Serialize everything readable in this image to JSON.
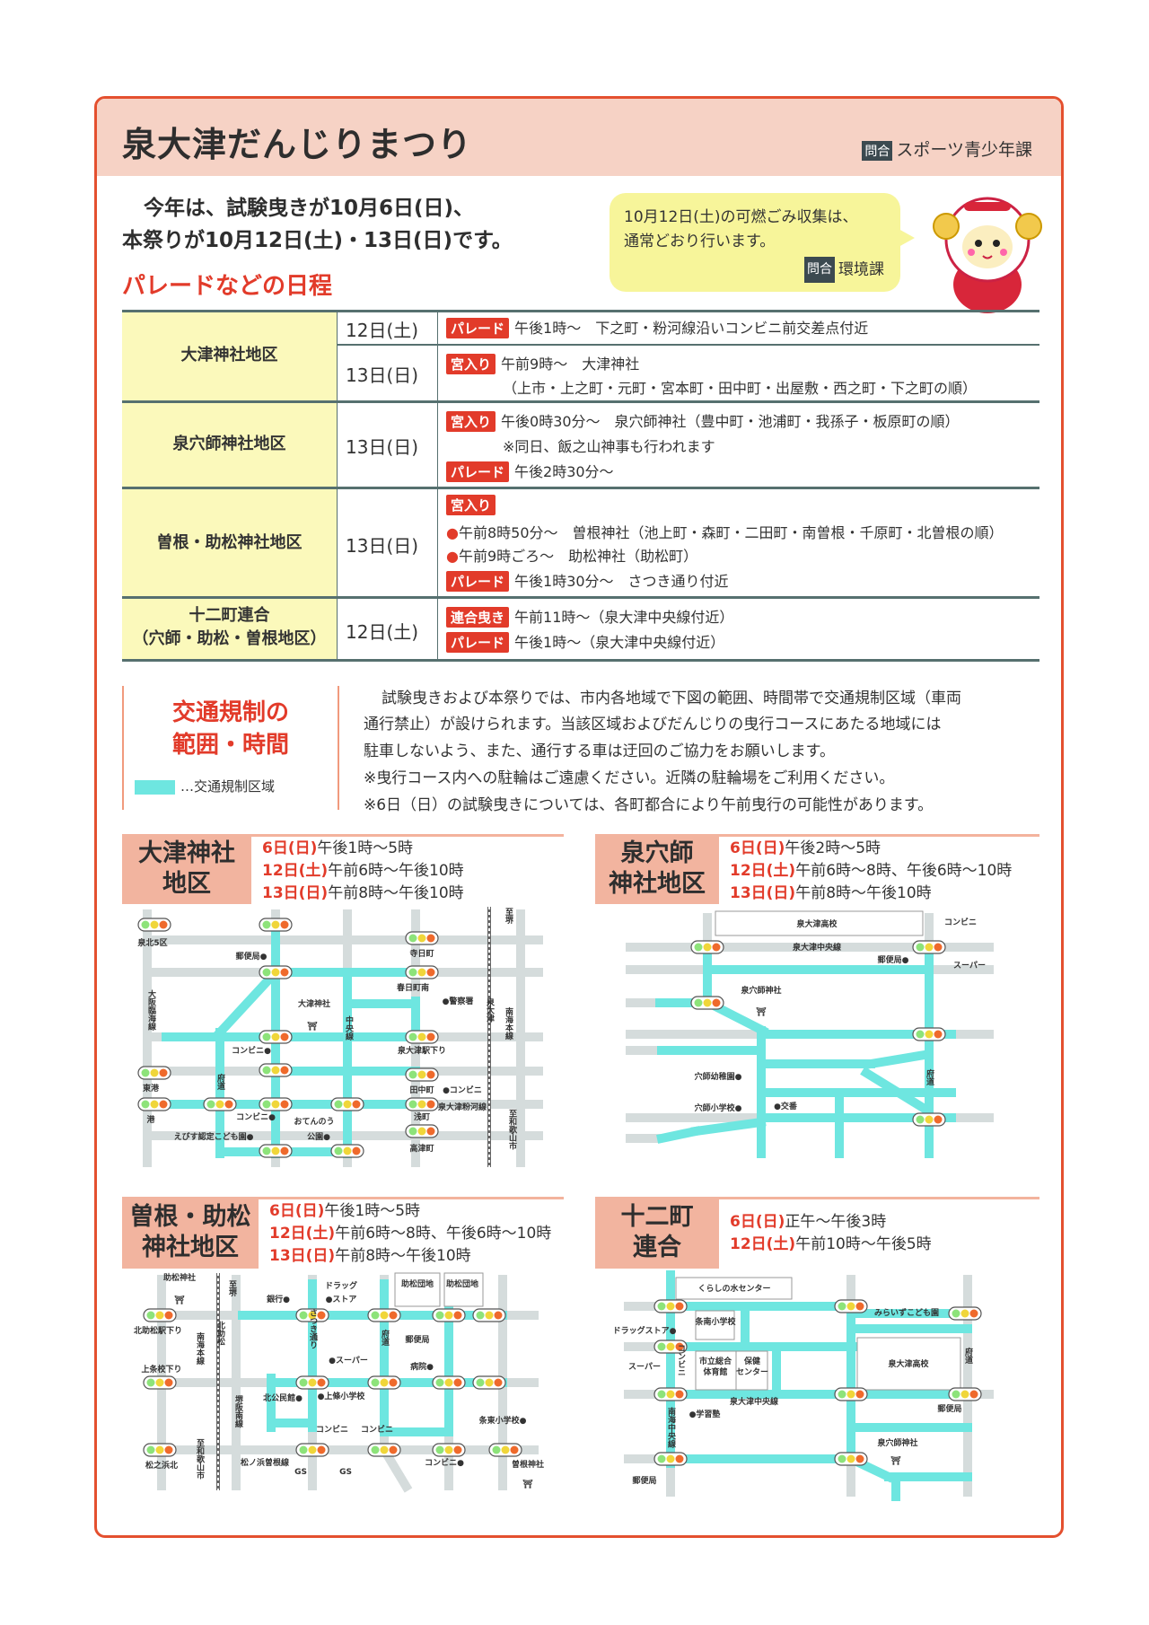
{
  "header": {
    "title": "泉大津だんじりまつり",
    "contact_tag": "問合",
    "contact": "スポーツ青少年課"
  },
  "intro": {
    "line1": "今年は、試験曳きが10月6日(日)、",
    "line2": "本祭りが10月12日(土)・13日(日)です。"
  },
  "notice": {
    "line1": "10月12日(土)の可燃ごみ収集は、",
    "line2": "通常どおり行います。",
    "contact_tag": "問合",
    "contact": "環境課"
  },
  "schedule": {
    "title": "パレードなどの日程",
    "rows": [
      {
        "area": "大津神社地区",
        "day1": "12日(土)",
        "day2": "13日(日)",
        "l1_tag": "パレード",
        "l1": "午後1時～　下之町・粉河線沿いコンビニ前交差点付近",
        "l2_tag": "宮入り",
        "l2": "午前9時～　大津神社",
        "l3": "（上市・上之町・元町・宮本町・田中町・出屋敷・西之町・下之町の順）"
      },
      {
        "area": "泉穴師神社地区",
        "day": "13日(日)",
        "l1_tag": "宮入り",
        "l1": "午後0時30分～　泉穴師神社（豊中町・池浦町・我孫子・板原町の順）",
        "l2": "※同日、飯之山神事も行われます",
        "l3_tag": "パレード",
        "l3": "午後2時30分～"
      },
      {
        "area": "曽根・助松神社地区",
        "day": "13日(日)",
        "l1_tag": "宮入り",
        "l2": "午前8時50分～　曽根神社（池上町・森町・二田町・南曽根・千原町・北曽根の順）",
        "l3": "午前9時ごろ～　助松神社（助松町）",
        "l4_tag": "パレード",
        "l4": "午後1時30分～　さつき通り付近"
      },
      {
        "area": "十二町連合",
        "area2": "（穴師・助松・曽根地区）",
        "day": "12日(土)",
        "l1_tag": "連合曳き",
        "l1": "午前11時～（泉大津中央線付近）",
        "l2_tag": "パレード",
        "l2": "午後1時～（泉大津中央線付近）"
      }
    ]
  },
  "traffic": {
    "title1": "交通規制の",
    "title2": "範囲・時間",
    "legend": "…交通規制区域",
    "p1": "試験曳きおよび本祭りでは、市内各地域で下図の範囲、時間帯で交通規制区域（車両",
    "p2": "通行禁止）が設けられます。当該区域およびだんじりの曳行コースにあたる地域には",
    "p3": "駐車しないよう、また、通行する車は迂回のご協力をお願いします。",
    "p4": "※曳行コース内への駐輪はご遠慮ください。近隣の駐輪場をご利用ください。",
    "p5": "※6日（日）の試験曳きについては、各町都合により午前曳行の可能性があります。"
  },
  "maps": [
    {
      "name1": "大津神社",
      "name2": "地区",
      "times": [
        {
          "d": "6日(日)",
          "t": "午後1時～5時"
        },
        {
          "d": "12日(土)",
          "t": "午前6時～午後10時"
        },
        {
          "d": "13日(日)",
          "t": "午前8時～午後10時"
        }
      ],
      "labels": [
        "泉北5区",
        "郵便局●",
        "寺日町",
        "春日町南",
        "●警察署",
        "大津神社",
        "⛩",
        "大阪臨海線",
        "コンビニ●",
        "泉大津駅下り",
        "東港",
        "港",
        "府道",
        "田中町",
        "●コンビニ",
        "泉大津粉河線",
        "コンビニ●",
        "おてんのう",
        "公園●",
        "えびす認定こども園●",
        "浅町",
        "高津町",
        "至堺",
        "泉大津",
        "南海本線",
        "至和歌山市",
        "中央線"
      ]
    },
    {
      "name1": "泉穴師",
      "name2": "神社地区",
      "times": [
        {
          "d": "6日(日)",
          "t": "午後2時～5時"
        },
        {
          "d": "12日(土)",
          "t": "午前6時～8時、午後6時～10時"
        },
        {
          "d": "13日(日)",
          "t": "午前8時～午後10時"
        }
      ],
      "labels": [
        "泉大津高校",
        "泉大津中央線",
        "コンビニ",
        "郵便局●",
        "スーパー",
        "泉穴師神社",
        "⛩",
        "穴師幼稚園●",
        "穴師小学校●",
        "●交番",
        "府道"
      ]
    },
    {
      "name1": "曽根・助松",
      "name2": "神社地区",
      "times": [
        {
          "d": "6日(日)",
          "t": "午後1時～5時"
        },
        {
          "d": "12日(土)",
          "t": "午前6時～8時、午後6時～10時"
        },
        {
          "d": "13日(日)",
          "t": "午前8時～午後10時"
        }
      ],
      "labels": [
        "助松神社",
        "⛩",
        "北助松駅下り",
        "上条校下り",
        "松之浜北",
        "南海本線",
        "北助松",
        "至堺",
        "至和歌山市",
        "堺阪南線",
        "松ノ浜曽根線",
        "銀行●",
        "ドラッグ",
        "●ストア",
        "さつき通り",
        "●スーパー",
        "北公民館●",
        "●上條小学校",
        "コンビニ",
        "コンビニ",
        "GS",
        "GS",
        "助松団地",
        "助松団地",
        "郵便局",
        "病院●",
        "府道",
        "条東小学校●",
        "コンビニ●",
        "曽根神社",
        "⛩"
      ]
    },
    {
      "name1": "十二町",
      "name2": "連合",
      "times": [
        {
          "d": "6日(日)",
          "t": "正午～午後3時"
        },
        {
          "d": "12日(土)",
          "t": "午前10時～午後5時"
        }
      ],
      "labels": [
        "くらしの水センター",
        "条南小学校",
        "市立総合体育館",
        "保健センター",
        "泉大津高校",
        "ドラッグストア●",
        "スーパー",
        "コンビニ",
        "泉大津中央線",
        "●学習塾",
        "南海中央線",
        "郵便局",
        "泉穴師神社",
        "⛩",
        "みらいずこども園",
        "郵便局",
        "府道"
      ]
    }
  ],
  "colors": {
    "accent": "#e23b2a",
    "regulated": "#6ee6e0",
    "road": "#d5dcdc",
    "frame": "#e4502f"
  }
}
